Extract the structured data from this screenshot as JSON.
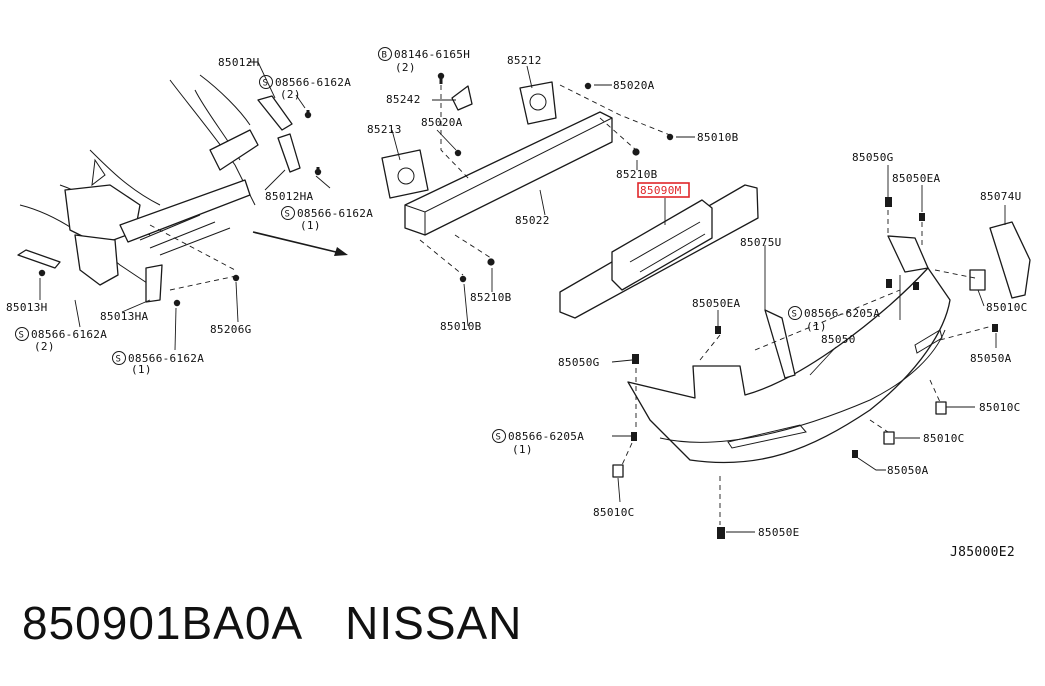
{
  "diagram": {
    "code": "J85000E2",
    "highlight_color": "#e0262a",
    "labels": {
      "p85012H": "85012H",
      "s08566_6162A_top": "08566-6162A",
      "s08566_6162A_top_qty": "(2)",
      "p85012HA": "85012HA",
      "s08566_6162A_mid": "08566-6162A",
      "s08566_6162A_mid_qty": "(1)",
      "p85013H": "85013H",
      "p85013HA": "85013HA",
      "s08566_6162A_left": "08566-6162A",
      "s08566_6162A_left_qty": "(2)",
      "s08566_6162A_low": "08566-6162A",
      "s08566_6162A_low_qty": "(1)",
      "p85206G": "85206G",
      "b08146_6165H": "08146-6165H",
      "b08146_6165H_qty": "(2)",
      "p85212": "85212",
      "p85242": "85242",
      "p85213": "85213",
      "p85020A_mid": "85020A",
      "p85020A_top": "85020A",
      "p85010B_top": "85010B",
      "p85210B_top": "85210B",
      "p85022": "85022",
      "p85210B_low": "85210B",
      "p85010B_low": "85010B",
      "p85090M": "85090M",
      "p85050G_top": "85050G",
      "p85050EA_top": "85050EA",
      "p85074U": "85074U",
      "p85075U": "85075U",
      "p85010C_right": "85010C",
      "p85050EA_left": "85050EA",
      "s08566_6205A_mid": "08566-6205A",
      "s08566_6205A_mid_qty": "(1)",
      "p85050": "85050",
      "p85050A_right": "85050A",
      "p85050G_left": "85050G",
      "p85010C_mid": "85010C",
      "s08566_6205A_low": "08566-6205A",
      "s08566_6205A_low_qty": "(1)",
      "p85010C_low": "85010C",
      "p85050A_low": "85050A",
      "p85010C_bottom": "85010C",
      "p85050E": "85050E"
    },
    "symbols": {
      "screw_prefix": "S",
      "bolt_prefix": "B"
    }
  },
  "caption": {
    "part_number": "850901BA0A",
    "brand": "NISSAN"
  }
}
